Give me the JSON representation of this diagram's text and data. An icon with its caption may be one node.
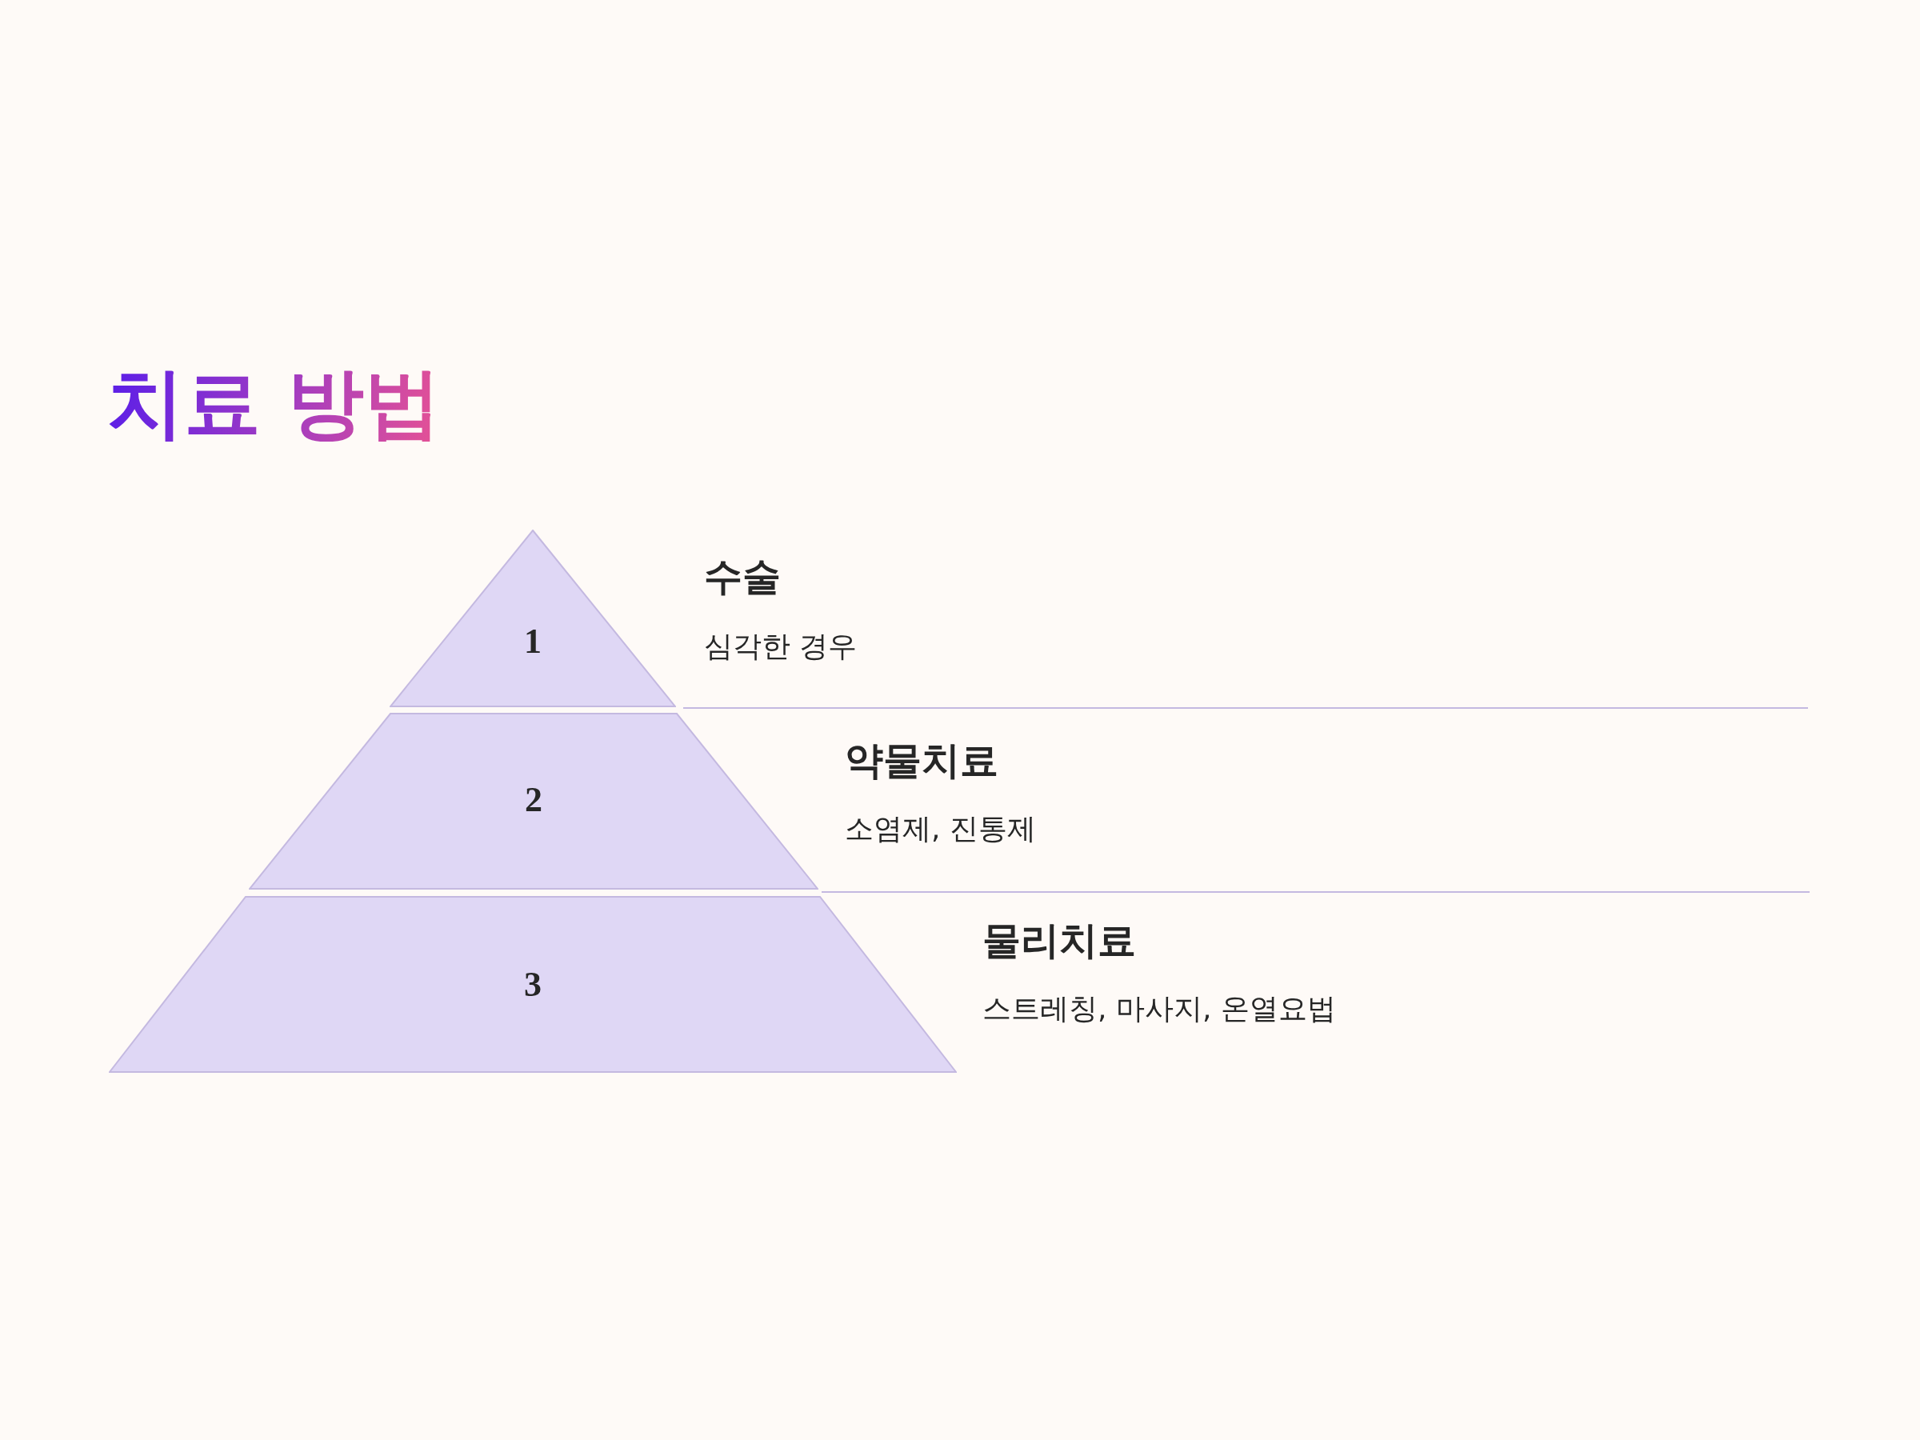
{
  "diagram": {
    "title": "치료 방법",
    "nodes": [
      {
        "text": [
          "1"
        ],
        "beside": [
          "수술",
          "심각한 경우"
        ]
      },
      {
        "text": [
          "2"
        ],
        "beside": [
          "약물치료",
          "소염제, 진통제"
        ]
      },
      {
        "text": [
          "3"
        ],
        "beside": [
          "물리치료",
          "스트레칭, 마사지, 온열요법"
        ]
      }
    ]
  }
}
